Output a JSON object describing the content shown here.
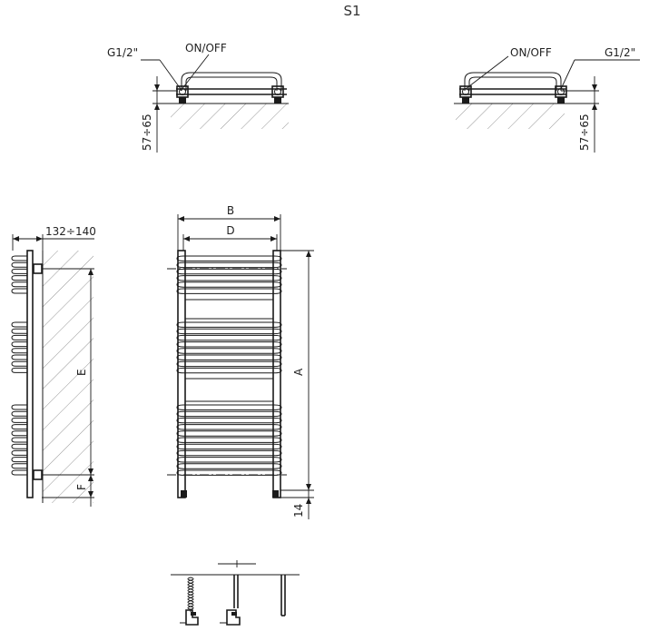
{
  "title": "S1",
  "top_left": {
    "pipe": "G1/2\"",
    "valve": "ON/OFF",
    "height": "57÷65"
  },
  "top_right": {
    "pipe": "G1/2\"",
    "valve": "ON/OFF",
    "height": "57÷65"
  },
  "side_view": {
    "depth": "132÷140",
    "e": "E",
    "f": "F"
  },
  "front_view": {
    "b": "B",
    "d": "D",
    "a": "A",
    "bottom": "14"
  }
}
